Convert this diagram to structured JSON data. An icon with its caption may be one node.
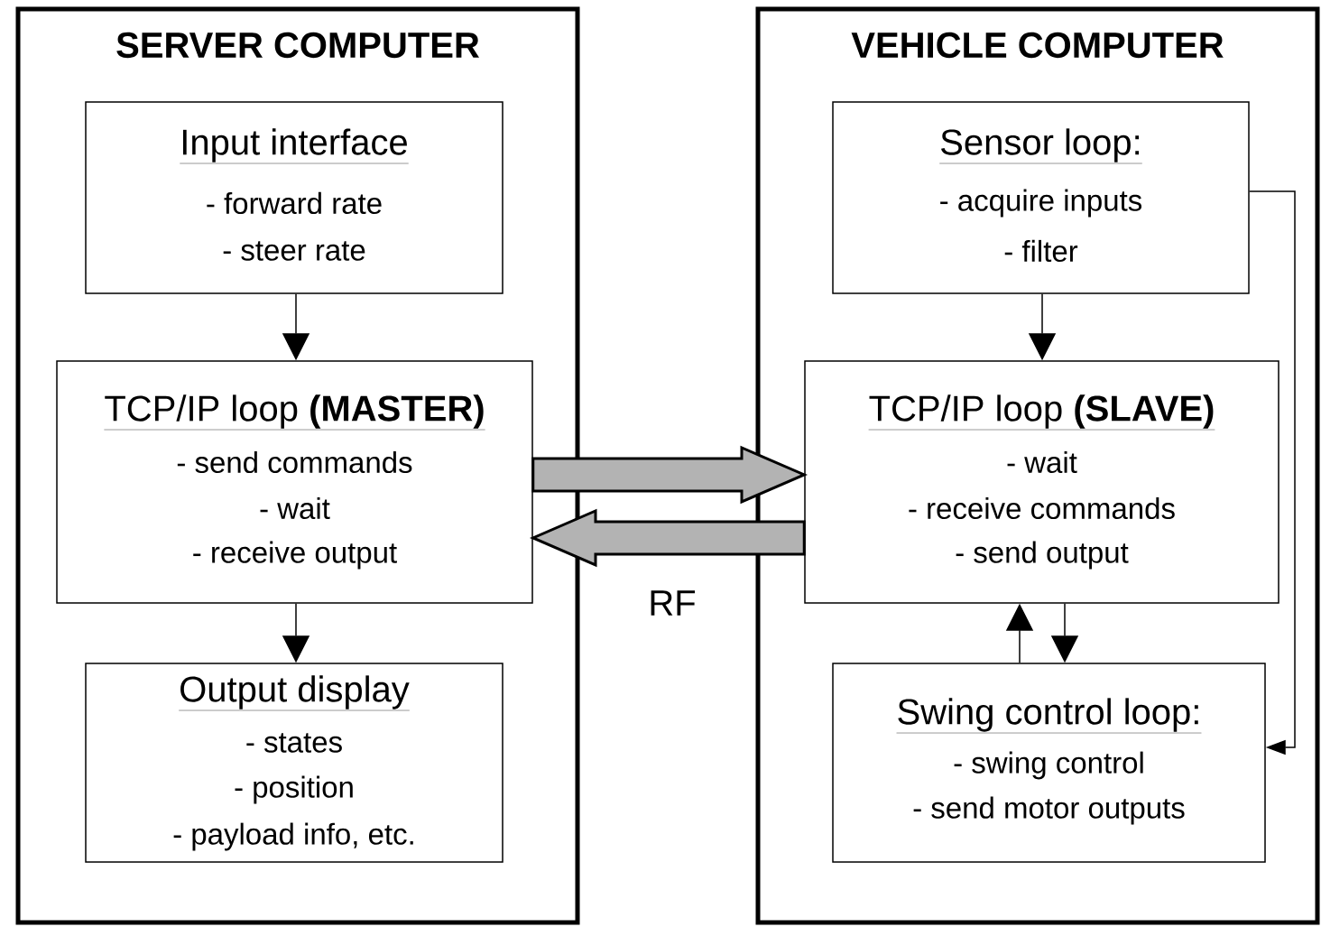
{
  "diagram": {
    "nodes": [
      {
        "text": [
          "SERVER COMPUTER"
        ]
      },
      {
        "text": [
          "Input interface",
          "- forward rate",
          "- steer rate"
        ],
        "in": 0
      },
      {
        "text": [
          "TCP/IP loop **(MASTER)**",
          "- send commands",
          "- wait",
          "- receive output"
        ],
        "in": 0
      },
      {
        "text": [
          "Output display",
          "- states",
          "- position",
          "- payload info, etc."
        ],
        "in": 0
      },
      {
        "text": [
          "VEHICLE COMPUTER"
        ]
      },
      {
        "text": [
          "Sensor loop:",
          "- acquire inputs",
          "- filter"
        ],
        "in": 4
      },
      {
        "text": [
          "TCP/IP loop **(SLAVE)**",
          "- wait",
          "- receive commands",
          "- send output"
        ],
        "in": 4
      },
      {
        "text": [
          "Swing control loop:",
          "- swing control",
          "- send motor outputs"
        ],
        "in": 4
      }
    ],
    "edges": [
      {
        "from": 1,
        "to": 2,
        "arrow": "to"
      },
      {
        "from": 2,
        "to": 3,
        "arrow": "to"
      },
      {
        "from": 5,
        "to": 6,
        "arrow": "to"
      },
      {
        "from": 7,
        "to": 6,
        "arrow": "to"
      },
      {
        "from": 6,
        "to": 7,
        "arrow": "to"
      },
      {
        "from": 5,
        "to": 7,
        "arrow": "to"
      },
      {
        "from": 2,
        "to": 6,
        "arrow": "to",
        "style": "thick",
        "color": "#b3b3b3"
      },
      {
        "from": 6,
        "to": 2,
        "arrow": "to",
        "style": "thick",
        "color": "#b3b3b3"
      }
    ],
    "labels": [
      "RF"
    ]
  }
}
